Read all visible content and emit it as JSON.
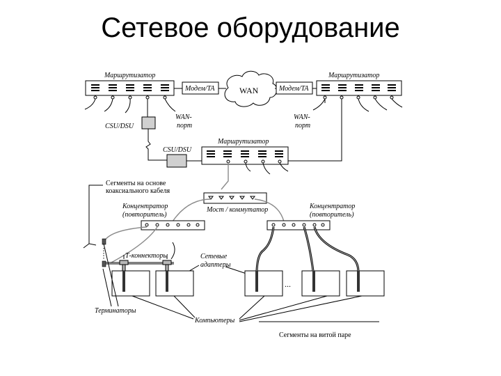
{
  "title": "Сетевое оборудование",
  "labels": {
    "router_left": "Маршрутизатор",
    "router_right": "Маршрутизатор",
    "router_center": "Маршрутизатор",
    "modem_left": "Модем/TA",
    "modem_right": "Модем/TA",
    "wan": "WAN",
    "csudsu_left": "CSU/DSU",
    "csudsu_center": "CSU/DSU",
    "wan_port_left_1": "WAN-",
    "wan_port_left_2": "порт",
    "wan_port_right_1": "WAN-",
    "wan_port_right_2": "порт",
    "coax_1": "Сегменты на основе",
    "coax_2": "коаксиального кабеля",
    "hub_left_1": "Концентратор",
    "hub_left_2": "(повторитель)",
    "bridge": "Мост / коммутатор",
    "hub_right_1": "Концентратор",
    "hub_right_2": "(повторитель)",
    "t_connectors": "Т-коннекторы",
    "adapters_1": "Сетевые",
    "adapters_2": "адаптеры",
    "dots": "...",
    "terminators": "Терминаторы",
    "computers": "Компьютеры",
    "twisted_pair": "Сегменты на витой паре"
  }
}
